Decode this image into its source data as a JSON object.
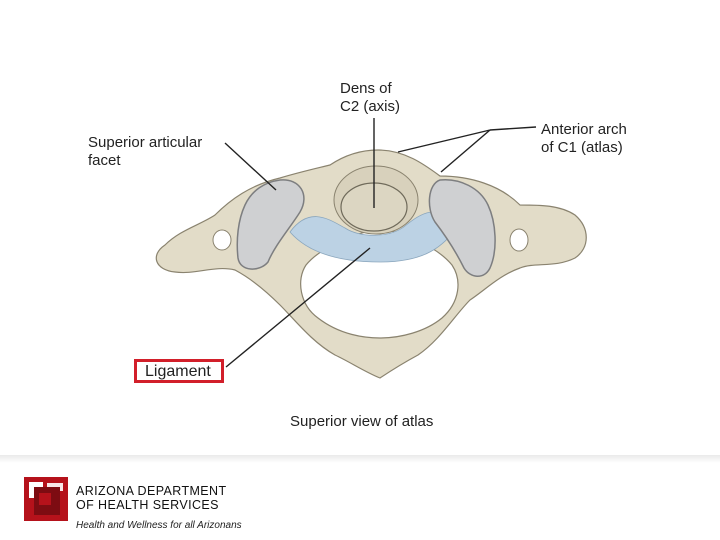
{
  "diagram": {
    "labels": {
      "dens": [
        "Dens of",
        "C2 (axis)"
      ],
      "superior_facet": [
        "Superior articular",
        "facet"
      ],
      "anterior_arch": [
        "Anterior arch",
        "of C1 (atlas)"
      ],
      "ligament": "Ligament",
      "view_caption": "Superior view of atlas"
    },
    "highlight_color": "#d21f2a",
    "bone_color": "#e2dcc8",
    "facet_color": "#cfd0d2",
    "ligament_color": "#bcd2e4"
  },
  "footer": {
    "org_line1": "ARIZONA DEPARTMENT",
    "org_line2": "OF HEALTH SERVICES",
    "tagline": "Health and Wellness for all Arizonans",
    "logo_color": "#b5121b"
  }
}
